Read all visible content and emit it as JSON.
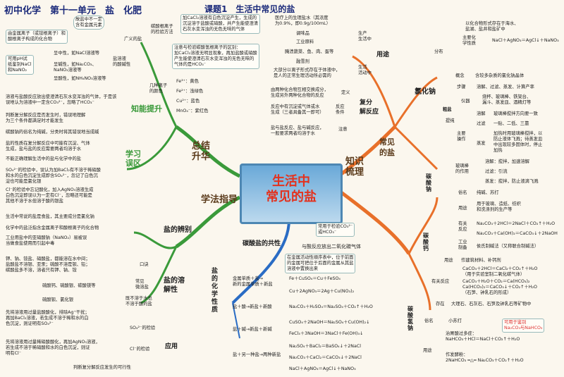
{
  "header": {
    "main": "初中化学　第十一单元　盐　化肥",
    "lesson": "课题1　生活中常见的盐"
  },
  "center": {
    "title": "生活中\n常见的盐"
  },
  "hubs": {
    "summary": "总结\n升华",
    "knowledge": "知识\n梳理",
    "method": "学法指导",
    "common_salts": "常见\n的盐"
  },
  "left_upper": {
    "knowledge_up": "知能提升",
    "wide": "广义的盐",
    "def_box": "由金属离子（或铵根离子）和\n酸根离子构成的化合物",
    "cloud": "故盐中不一定\n含有金属元素",
    "acid_salt_note": "盐溶液\n的酸碱性",
    "neutral": "呈中性，如NaCl溶液等",
    "ph_box": "可用pH试\n纸鉴别NaCl\n和NaNO₂",
    "basic": "呈碱性，如Na₂CO₃、\nNaNO₂溶液等",
    "acidic": "呈酸性，如NH₄NO₃溶液等",
    "colors_title": "几种离子\n的颜色",
    "fe2": "Fe²⁺：浅绿色",
    "fe3": "Fe³⁺：黄色",
    "cu2": "Cu²⁺：蓝色",
    "mno4": "MnO₄⁻：紫红色",
    "carb_method": "碳酸根离子\n的检验方法",
    "carb_box1": "加CaCl₂溶液有白色沉淀产生，生成的\n沉淀溶于盐酸或硝酸，并产生能使澄清\n石灰水变浑浊的无色无味的气体",
    "carb_box2": "注意与检验碳酸氢根离子的区别：\n加CaCl₂溶液无明显现象，再加盐酸或硝酸\n产生能使澄清石灰水变浑浊的无色无味的\n气体的是HCO₃⁻",
    "carb_hint": "溶液与盐酸反应放出使澄清石灰水变浑浊的气体，于是该\n误地认为溶液中一定含CO₃²⁻，忽略了HCO₃⁻"
  },
  "left_mid": {
    "title": "学习\n误区",
    "m1": "判断复分解反应是否发生时，错误地理解\n为三个条件都满足时才能发生",
    "m2": "碳酸钠的俗名为纯碱，分类时将其错误地当成碱",
    "m3": "盐的性质在复分解反应中可能有沉淀、气体\n生成，盐与盐的反应需要两者均溶于水",
    "m4": "不能正确理解生活中的盐与化学中的盐",
    "m5": "SO₄²⁻的检验中，误认为加BaCl₂有不溶于稀硝酸\n和水的白色沉淀生成即含SO₄²⁻，忽记了白色沉\n淀也可能是氯化银",
    "m6": "Cl⁻的检验中忘记酸化，加入AgNO₃溶液生成\n白色沉淀即误以为一定有Cl⁻，忽略还可能是\n其他不溶于水但溶于酸的银盐"
  },
  "left_low": {
    "identify": "盐的辨别",
    "i1": "生活中常说的盐是食盐，其主要成分是氯化钠",
    "i2": "化学中的盐泛指含金属离子和酸根离子的化合物",
    "i3": "工业用盐中的亚硝酸钠（NaNO₂）易被误\n当做食盐使用而引起中毒",
    "solubility": "盐的溶\n解性",
    "rhyme": "口诀",
    "r1": "钾、钠、铵盐、硝酸盐，都能溶在水中间；\n盐酸盐不溶银、亚汞；硫酸不溶是钡、铅；\n碳酸盐多不溶，溶者只有钾、钠、铵",
    "common_insol": "常见\n微溶盐",
    "ci1": "硫酸钙、硫酸银、碳酸镁等",
    "insol": "既不溶于水也\n不溶于酸的盐",
    "ci2": "硫酸钡、氯化银",
    "apply": "应用",
    "so4": "SO₄²⁻的检验",
    "so4_text": "先将溶液用过量盐酸酸化，排除Ag⁺干扰；\n再加BaCl₂溶液，若生成不溶于稀和水的白\n色沉淀，则证明有SO₄²⁻",
    "cl": "Cl⁻的检验",
    "cl_text": "先将溶液用过量稀硝酸酸化，再加AgNO₃溶液，\n若生成不溶于稀硝酸和水的白色沉淀，则证\n明有Cl⁻",
    "decomp": "判断复分解反应发生的可行性"
  },
  "mid_low": {
    "carbonate": "碳酸盐的共性",
    "co3_check": "常用于检验CO₃²⁻\n或HCO₃⁻",
    "co3_acid": "与酸反应放出二氧化碳气体",
    "chem_prop": "盐\n的\n化\n学\n性\n质",
    "metal_title": "金属单质＋盐→\n新的金属单质＋新盐",
    "metal_note": "在金属活动性顺序表中，位于前面\n的金属可把位于后面的金属从其盐\n溶液中置换出来",
    "e1": "Fe＋CuSO₄＝Cu＋FeSO₄",
    "e2": "Cu＋2AgNO₃＝2Ag＋Cu(NO₃)₂",
    "acid_title": "盐＋酸→新盐＋新酸",
    "e3": "Na₂CO₃＋H₂SO₄＝Na₂SO₄＋CO₂↑＋H₂O",
    "base_title": "盐＋碱→新盐＋新碱",
    "e4": "CuSO₄＋2NaOH＝Na₂SO₄＋Cu(OH)₂↓",
    "e5": "FeCl₃＋3NaOH＝3NaCl＋Fe(OH)₃↓",
    "salt_title": "盐＋另一种盐→两种新盐",
    "e6": "Na₂SO₄＋BaCl₂＝BaSO₄↓＋2NaCl",
    "e7": "Na₂CO₃＋CaCl₂＝CaCO₃↓＋2NaCl",
    "e8": "NaCl＋AgNO₃＝AgCl↓＋NaNO₃"
  },
  "mid_up": {
    "use": "用途",
    "production": "生产\n生活中",
    "daily": "生活\n活动中",
    "medical": "医疗上的生理盐水（其浓度\n为0.9%，即0.9g/100mL）",
    "u1": "调味品",
    "u2": "工业原料",
    "u3": "腌渍蔬菜、鱼、肉、蛋等",
    "u4": "融雪剂",
    "u5": "大部分以离子形式存在于体液中，\n是人的正常生理活动所必需的",
    "decomp_title": "复分\n解反应",
    "def": "定义",
    "def_text": "由两种化合物互相交换成分，\n生成另外两种化合物的反应",
    "cond": "反应\n条件",
    "cond_text": "反应中有沉淀或气体或水\n生成（三者具备其一即可）",
    "note": "注意",
    "note_text": "盐与盐反应、盐与碱反应，\n一般要求两者均溶于水"
  },
  "right": {
    "nacl": "氯化钠",
    "dist": "分布",
    "dist_text": "以化合物形式存在于海水、\n盐湖、盐井和盐矿中",
    "chem": "主要化\n学性质",
    "chem_eq": "NaCl＋AgNO₃＝AgCl↓＋NaNO₃",
    "crude": "粗盐",
    "concept": "概念",
    "concept_text": "含较多杂质的氯化钠晶体",
    "steps": "步骤",
    "steps_text": "溶解、过滤、蒸发、计算产率",
    "purify": "提纯",
    "apparatus": "仪器",
    "app_text": "烧杯、玻璃棒、铁架台、\n漏斗、蒸发皿、酒精灯等",
    "main_op": "主要\n操作",
    "dissolve": "溶解",
    "dissolve_text": "玻璃棒搅拌方向要一致",
    "filter": "过滤",
    "filter_text": "一贴、二低、三靠",
    "evap": "蒸发",
    "evap_text": "加热时用玻璃棒搅拌，以\n防止液体飞溅；待蒸发皿\n中出现较多固体时，停止\n加热",
    "glass": "玻璃棒\n的作用",
    "g1": "溶解：搅拌，加速溶解",
    "g2": "过滤：引流",
    "g3": "蒸发：搅拌，防止液滴飞溅",
    "na2co3": "碳\n酸\n钠",
    "n_alias": "俗名",
    "n_alias_text": "纯碱、苏打",
    "n_use": "用途",
    "n_use_text": "用于玻璃、造纸、纺织\n和洗涤剂的生产等",
    "n_react": "有关\n反应",
    "n_r1": "Na₂CO₃＋2HCl＝2NaCl＋CO₂↑＋H₂O",
    "n_r2": "Na₂CO₃＋Ca(OH)₂＝CaCO₃↓＋2NaOH",
    "n_ind": "工业\n制备",
    "n_ind_text": "侯氏制碱法（又称联合制碱法）",
    "caco3": "碳\n酸\n钙",
    "c_use": "用途",
    "c_use_text": "作建筑材料、补钙剂",
    "c_react": "有关反应",
    "c_r1": "CaCO₃＋2HCl＝CaCl₂＋CO₂↑＋H₂O\n（用于实验室制二氧化碳气体）",
    "c_r2": "CaCO₃＋H₂O＋CO₂＝Ca(HCO₃)₂\nCa(HCO₃)₂＝CaCO₃↓＋CO₂↑＋H₂O\n（石笋、钟乳石的形成）",
    "c_exist": "存在",
    "c_exist_text": "大理石、石灰石、石笋及钟乳石等矿物中",
    "nahco3": "碳\n酸\n氢\n钠",
    "h_alias": "俗名",
    "h_alias_text": "小苏打",
    "h_identify": "可用于鉴别\nNa₂CO₃与NaHCO₃",
    "h_use": "用途",
    "h_u1": "治胃酸过多症：\nNaHCO₃＋HCl＝NaCl＋CO₂↑＋H₂O",
    "h_u2": "作发酵粉：\n2NaHCO₃ ═△═ Na₂CO₃＋CO₂↑＋H₂O"
  },
  "colors": {
    "orange": "#e8702a",
    "green": "#3a9a3a",
    "blue": "#2a6cc4",
    "red": "#d33",
    "title": "#1b2a7a"
  }
}
